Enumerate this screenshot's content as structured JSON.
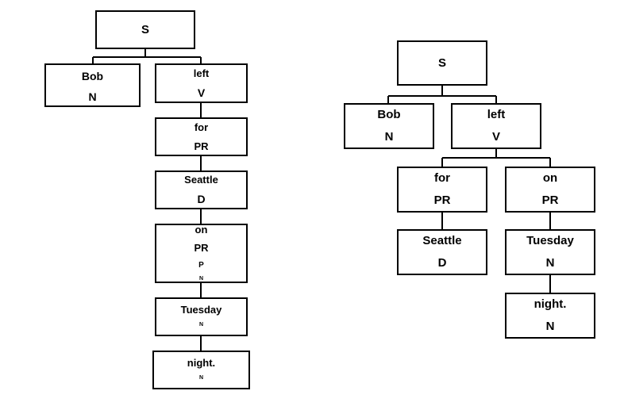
{
  "left_tree": {
    "root": {
      "l1": "S"
    },
    "bob": {
      "l1": "Bob",
      "l2": "N"
    },
    "left": {
      "l1": "left",
      "l2": "V"
    },
    "for": {
      "l1": "for",
      "l2": "PR"
    },
    "seattle": {
      "l1": "Seattle",
      "l2": "D"
    },
    "on": {
      "l1": "on",
      "l2": "PR",
      "l3": "P",
      "l4": "N"
    },
    "tuesday": {
      "l1": "Tuesday",
      "l2": "N"
    },
    "night": {
      "l1": "night.",
      "l2": "N"
    }
  },
  "right_tree": {
    "root": {
      "l1": "S"
    },
    "bob": {
      "l1": "Bob",
      "l2": "N"
    },
    "left": {
      "l1": "left",
      "l2": "V"
    },
    "for": {
      "l1": "for",
      "l2": "PR"
    },
    "on": {
      "l1": "on",
      "l2": "PR"
    },
    "seattle": {
      "l1": "Seattle",
      "l2": "D"
    },
    "tuesday": {
      "l1": "Tuesday",
      "l2": "N"
    },
    "night": {
      "l1": "night.",
      "l2": "N"
    }
  }
}
